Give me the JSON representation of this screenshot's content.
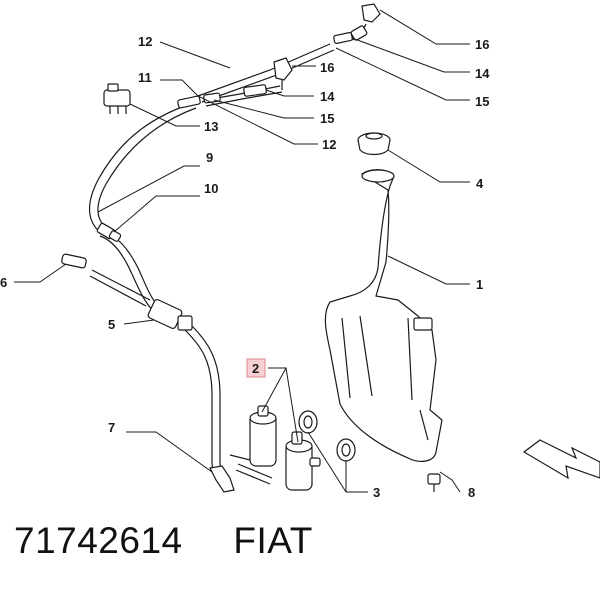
{
  "callouts": {
    "c1": "1",
    "c2": "2",
    "c3": "3",
    "c4": "4",
    "c5": "5",
    "c6": "6",
    "c7": "7",
    "c8": "8",
    "c9": "9",
    "c10": "10",
    "c11": "11",
    "c12a": "12",
    "c12b": "12",
    "c13": "13",
    "c14a": "14",
    "c14b": "14",
    "c15a": "15",
    "c15b": "15",
    "c16a": "16",
    "c16b": "16"
  },
  "footer": {
    "part_number": "71742614",
    "brand": "FIAT"
  },
  "colors": {
    "highlight": "#f6d0d4",
    "line": "#1a1a1a"
  }
}
